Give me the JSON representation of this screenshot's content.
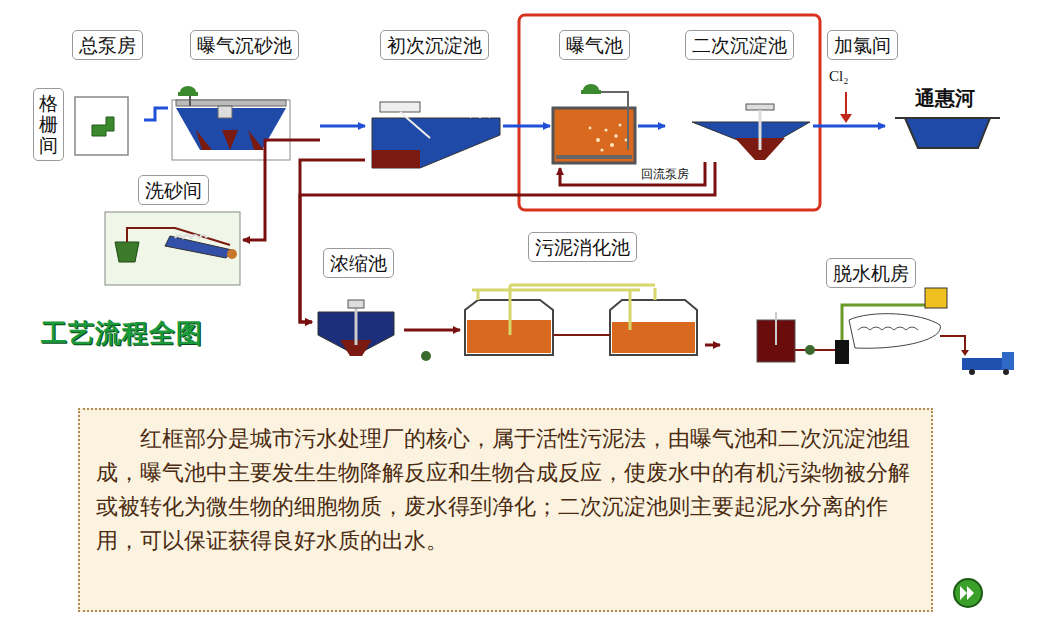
{
  "diagram": {
    "caption": "红框部分是城市污水处理厂的核心，属于活性污泥法，由曝气池和二次沉淀池组成，曝气池中主要发生生物降解反应和生物合成反应，使废水中的有机污染物被分解或被转化为微生物的细胞物质，废水得到净化；二次沉淀池则主要起泥水分离的作用，可以保证获得良好水质的出水。",
    "nodes": [
      {
        "text": [
          "格栅间"
        ]
      },
      {
        "text": [
          "总泵房"
        ]
      },
      {
        "text": [
          "曝气沉砂池"
        ]
      },
      {
        "text": [
          "初次沉淀池"
        ]
      },
      {
        "text": [
          "曝气池"
        ]
      },
      {
        "text": [
          "二次沉淀池"
        ]
      },
      {
        "text": [
          "加氯间"
        ]
      },
      {
        "text": [
          "通惠河"
        ]
      },
      {
        "text": [
          "洗砂间"
        ]
      },
      {
        "text": [
          "浓缩池"
        ]
      },
      {
        "text": [
          "污泥消化池"
        ]
      },
      {
        "text": [
          "脱水机房"
        ]
      }
    ],
    "edges": [
      {
        "from": 1,
        "to": 2,
        "arrow": "none"
      },
      {
        "from": 2,
        "to": 3,
        "arrow": "to"
      },
      {
        "from": 3,
        "to": 4,
        "arrow": "to"
      },
      {
        "from": 4,
        "to": 5,
        "arrow": "to"
      },
      {
        "from": 5,
        "to": 7,
        "arrow": "to"
      },
      {
        "from": 2,
        "to": 8,
        "arrow": "to"
      },
      {
        "from": 3,
        "to": 9,
        "arrow": "to"
      },
      {
        "from": 5,
        "to": 4,
        "arrow": "to"
      },
      {
        "from": 5,
        "to": 9,
        "arrow": "to"
      },
      {
        "from": 9,
        "to": 10,
        "arrow": "to"
      },
      {
        "from": 10,
        "to": 11,
        "arrow": "to"
      }
    ],
    "labels": [
      "回流泵房",
      "Cl₂",
      "工艺流程全图"
    ]
  }
}
